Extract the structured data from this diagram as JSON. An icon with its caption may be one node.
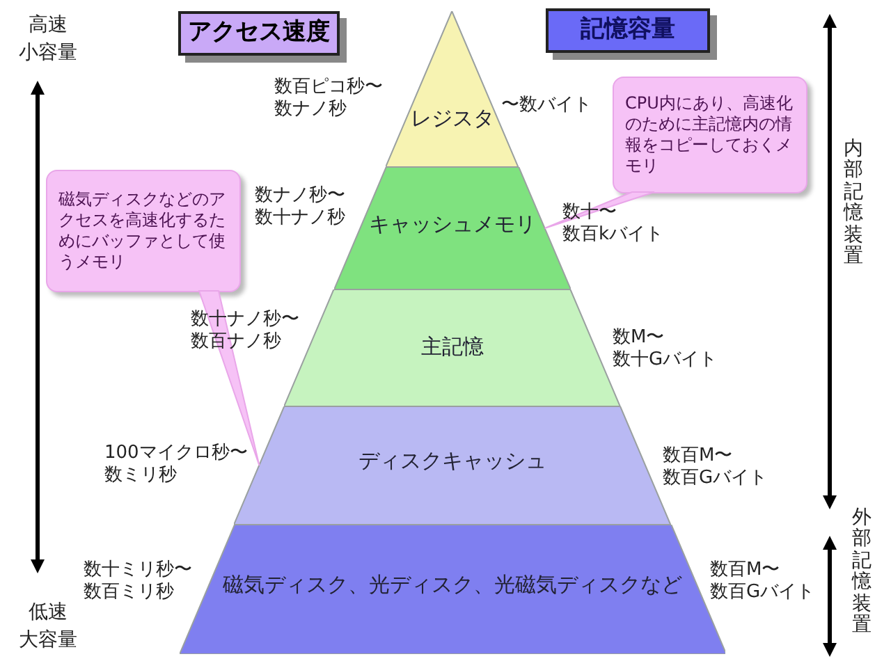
{
  "diagram": {
    "nodes": [
      {
        "text": [
          "アクセス速度"
        ]
      },
      {
        "text": [
          "記憶容量"
        ]
      },
      {
        "text": [
          "レジスタ"
        ],
        "beside": [
          "数百ピコ秒〜数ナノ秒",
          "〜数バイト"
        ]
      },
      {
        "text": [
          "CPU内にあり、高速化のために主記憶内の情報をコピーしておくメモリ"
        ]
      },
      {
        "text": [
          "磁気ディスクなどのアクセスを高速化するためにバッファとして使うメモリ"
        ]
      },
      {
        "text": [
          "キャッシュメモリ"
        ],
        "beside": [
          "数ナノ秒〜数十ナノ秒",
          "数十〜数百kバイト"
        ]
      },
      {
        "text": [
          "主記憶"
        ],
        "beside": [
          "数十ナノ秒〜数百ナノ秒",
          "数M〜数十Gバイト"
        ]
      },
      {
        "text": [
          "ディスクキャッシュ"
        ],
        "beside": [
          "100マイクロ秒〜数ミリ秒",
          "数百M〜数百Gバイト"
        ]
      },
      {
        "text": [
          "磁気ディスク、光ディスク、光磁気ディスクなど"
        ],
        "beside": [
          "数十ミリ秒〜数百ミリ秒",
          "数百M〜数百Gバイト"
        ]
      }
    ],
    "edges": [
      {
        "from": 3,
        "to": 5,
        "arrow": "none"
      },
      {
        "from": 4,
        "to": 7,
        "arrow": "none"
      }
    ],
    "labels": [
      "高速",
      "小容量",
      "低速",
      "大容量",
      "内部記憶装置",
      "外部記憶装置"
    ]
  }
}
